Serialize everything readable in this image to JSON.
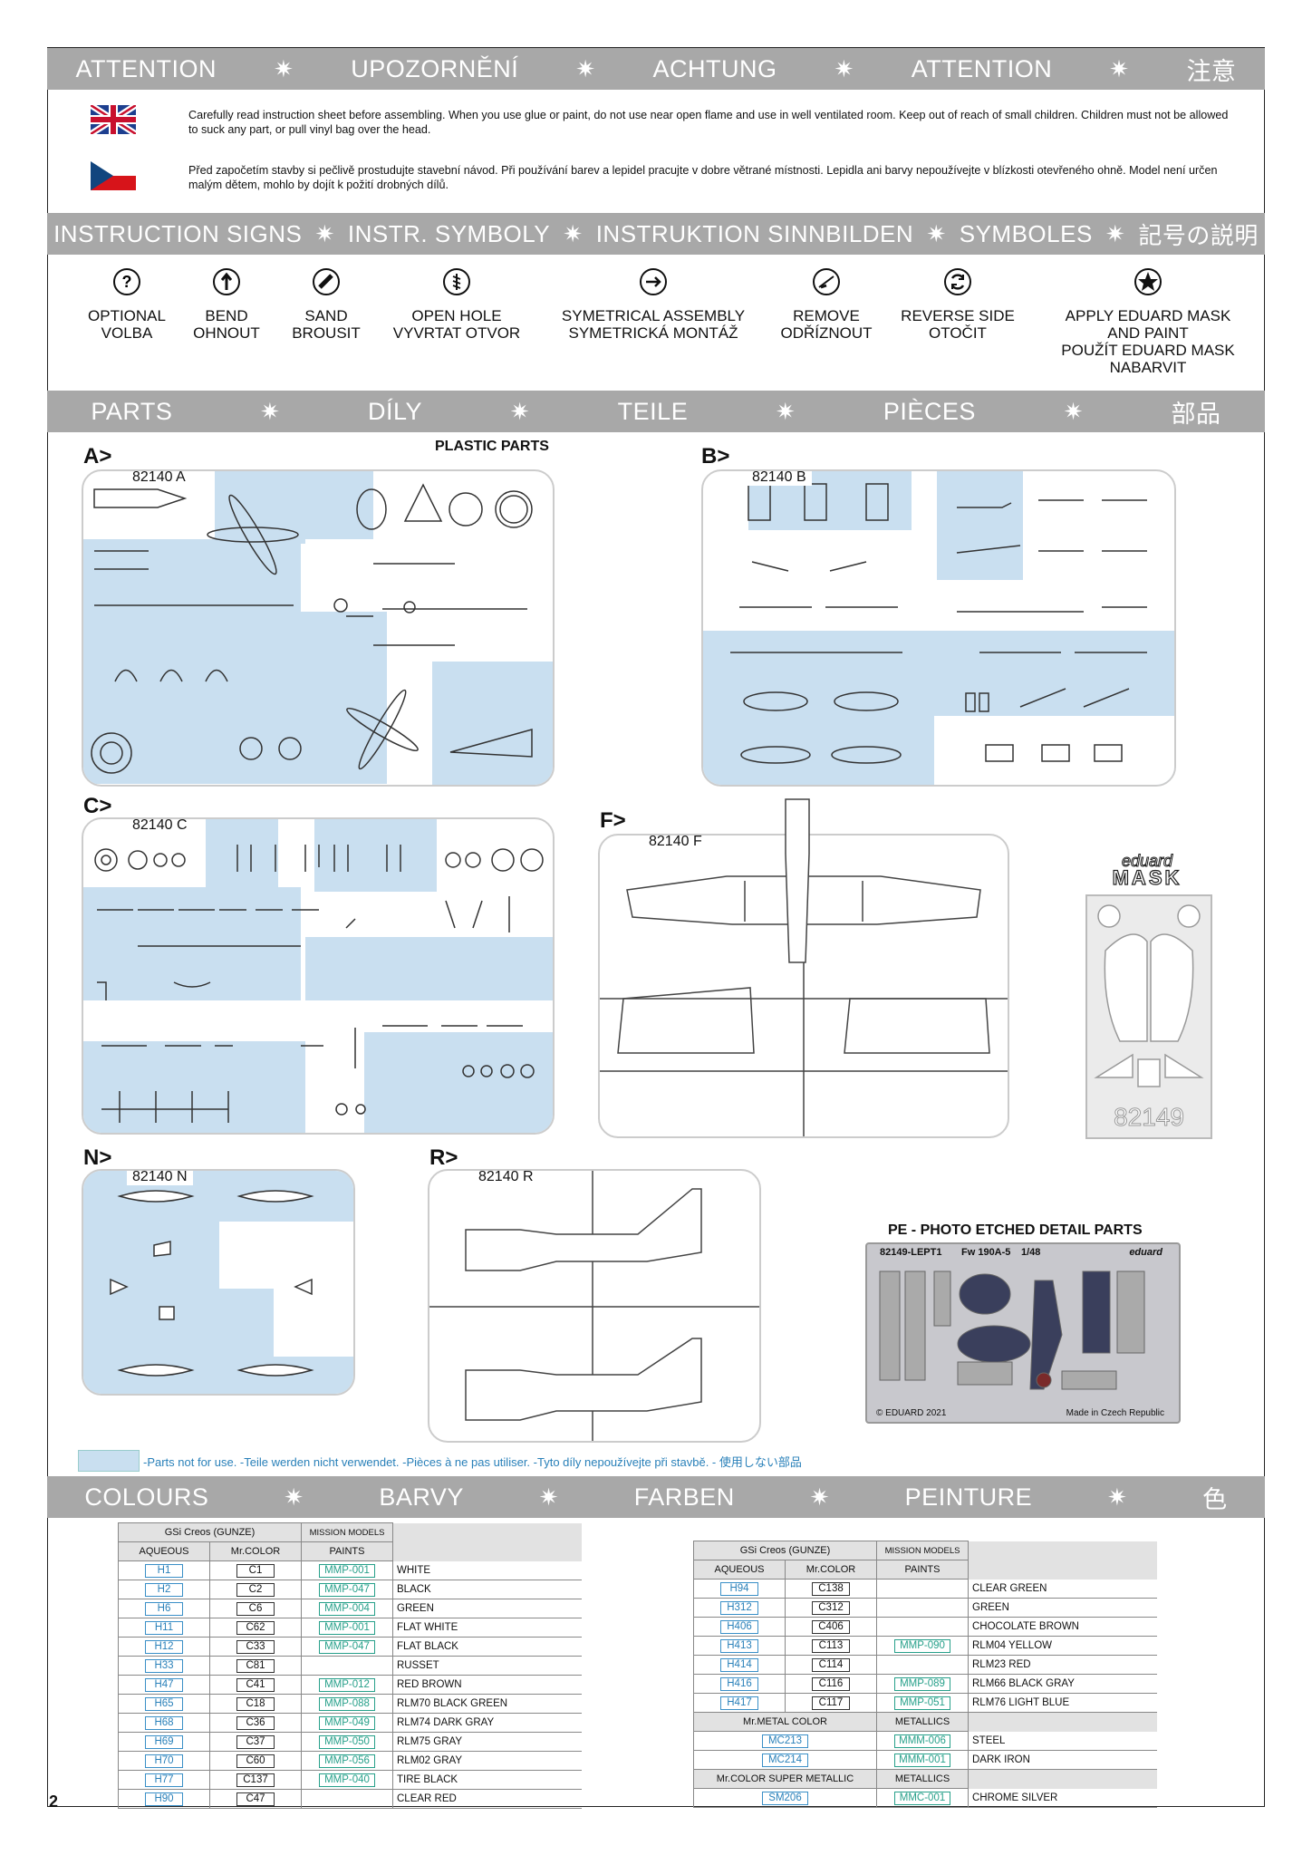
{
  "attention_band": [
    "ATTENTION",
    "UPOZORNĚNÍ",
    "ACHTUNG",
    "ATTENTION",
    "注意"
  ],
  "warning_en": "Carefully read instruction sheet before assembling. When you use glue or paint, do not use near open flame and use in well ventilated room. Keep out of reach of small children. Children must not be allowed to suck any part, or pull vinyl bag over the head.",
  "warning_cz": "Před započetím stavby si pečlivě prostudujte stavební návod. Při používání barev a lepidel pracujte v dobre větrané místnosti. Lepidla ani barvy nepoužívejte v blízkosti otevřeného ohně. Model není určen malým dětem, mohlo by dojít k požití drobných dílů.",
  "signs_band": [
    "INSTRUCTION SIGNS",
    "INSTR. SYMBOLY",
    "INSTRUKTION SINNBILDEN",
    "SYMBOLES",
    "記号の説明"
  ],
  "signs": [
    {
      "icon": "question-icon",
      "label": "OPTIONAL\nVOLBA"
    },
    {
      "icon": "bend-icon",
      "label": "BEND\nOHNOUT"
    },
    {
      "icon": "sand-icon",
      "label": "SAND\nBROUSIT"
    },
    {
      "icon": "drill-icon",
      "label": "OPEN HOLE\nVYVRTAT OTVOR"
    },
    {
      "icon": "symmetry-icon",
      "label": "SYMETRICAL ASSEMBLY\nSYMETRICKÁ MONTÁŽ"
    },
    {
      "icon": "cut-icon",
      "label": "REMOVE\nODŘÍZNOUT"
    },
    {
      "icon": "reverse-icon",
      "label": "REVERSE SIDE\nOTOČIT"
    },
    {
      "icon": "mask-star-icon",
      "label": "APPLY EDUARD MASK\nAND PAINT\nPOUŽÍT EDUARD MASK\nNABARVIT"
    }
  ],
  "parts_band": [
    "PARTS",
    "DÍLY",
    "TEILE",
    "PIÈCES",
    "部品"
  ],
  "plastic_parts": "PLASTIC PARTS",
  "trees": [
    {
      "letter": "A>",
      "code": "82140 A"
    },
    {
      "letter": "B>",
      "code": "82140 B"
    },
    {
      "letter": "C>",
      "code": "82140 C"
    },
    {
      "letter": "F>",
      "code": "82140 F"
    },
    {
      "letter": "N>",
      "code": "82140 N"
    },
    {
      "letter": "R>",
      "code": "82140 R"
    }
  ],
  "mask": {
    "brand": "eduard",
    "title": "MASK",
    "number": "82149"
  },
  "pe": {
    "title": "PE - PHOTO ETCHED DETAIL PARTS",
    "code": "82149-LEPT1",
    "model": "Fw 190A-5",
    "scale": "1/48",
    "brand": "eduard",
    "copyright": "© EDUARD 2021",
    "made": "Made in Czech Republic"
  },
  "legend": "-Parts not for use. -Teile werden nicht verwendet. -Pièces à ne pas utiliser. -Tyto díly nepoužívejte při stavbě. -  使用しない部品",
  "colours_band": [
    "COLOURS",
    "BARVY",
    "FARBEN",
    "PEINTURE",
    "色"
  ],
  "table_headers": {
    "gsi": "GSi Creos (GUNZE)",
    "mission": "MISSION MODELS",
    "aqueous": "AQUEOUS",
    "mrcolor": "Mr.COLOR",
    "paints": "PAINTS"
  },
  "colours_left": [
    {
      "h": "H1",
      "c": "C1",
      "m": "MMP-001",
      "name": "WHITE"
    },
    {
      "h": "H2",
      "c": "C2",
      "m": "MMP-047",
      "name": "BLACK"
    },
    {
      "h": "H6",
      "c": "C6",
      "m": "MMP-004",
      "name": "GREEN"
    },
    {
      "h": "H11",
      "c": "C62",
      "m": "MMP-001",
      "name": "FLAT WHITE"
    },
    {
      "h": "H12",
      "c": "C33",
      "m": "MMP-047",
      "name": "FLAT BLACK"
    },
    {
      "h": "H33",
      "c": "C81",
      "m": "",
      "name": "RUSSET"
    },
    {
      "h": "H47",
      "c": "C41",
      "m": "MMP-012",
      "name": "RED BROWN"
    },
    {
      "h": "H65",
      "c": "C18",
      "m": "MMP-088",
      "name": "RLM70 BLACK GREEN"
    },
    {
      "h": "H68",
      "c": "C36",
      "m": "MMP-049",
      "name": "RLM74 DARK GRAY"
    },
    {
      "h": "H69",
      "c": "C37",
      "m": "MMP-050",
      "name": "RLM75  GRAY"
    },
    {
      "h": "H70",
      "c": "C60",
      "m": "MMP-056",
      "name": "RLM02 GRAY"
    },
    {
      "h": "H77",
      "c": "C137",
      "m": "MMP-040",
      "name": "TIRE BLACK"
    },
    {
      "h": "H90",
      "c": "C47",
      "m": "",
      "name": "CLEAR RED"
    }
  ],
  "colours_right": [
    {
      "h": "H94",
      "c": "C138",
      "m": "",
      "name": "CLEAR GREEN"
    },
    {
      "h": "H312",
      "c": "C312",
      "m": "",
      "name": "GREEN"
    },
    {
      "h": "H406",
      "c": "C406",
      "m": "",
      "name": "CHOCOLATE BROWN"
    },
    {
      "h": "H413",
      "c": "C113",
      "m": "MMP-090",
      "name": "RLM04 YELLOW"
    },
    {
      "h": "H414",
      "c": "C114",
      "m": "",
      "name": "RLM23 RED"
    },
    {
      "h": "H416",
      "c": "C116",
      "m": "MMP-089",
      "name": "RLM66 BLACK GRAY"
    },
    {
      "h": "H417",
      "c": "C117",
      "m": "MMP-051",
      "name": "RLM76 LIGHT BLUE"
    }
  ],
  "metal_header": {
    "mr": "Mr.METAL COLOR",
    "met": "METALLICS"
  },
  "metal": [
    {
      "c": "MC213",
      "m": "MMM-006",
      "name": "STEEL"
    },
    {
      "c": "MC214",
      "m": "MMM-001",
      "name": "DARK IRON"
    }
  ],
  "super_header": {
    "mr": "Mr.COLOR SUPER METALLIC",
    "met": "METALLICS"
  },
  "super": [
    {
      "c": "SM206",
      "m": "MMC-001",
      "name": "CHROME SILVER"
    }
  ],
  "page_number": "2"
}
